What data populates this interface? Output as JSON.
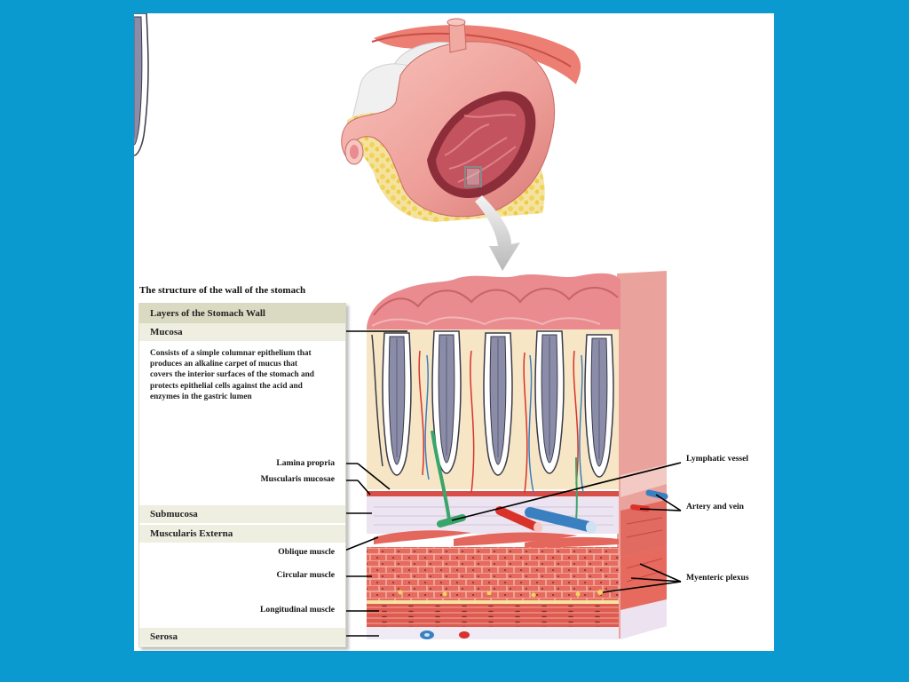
{
  "caption": "The structure of the wall of the stomach",
  "table": {
    "title": "Layers of the Stomach Wall",
    "mucosa": "Mucosa",
    "mucosa_desc": "Consists of a simple columnar epithelium that produces an alkaline carpet of mucus that covers the interior surfaces of the stomach and protects epithelial cells against the acid and enzymes in the gastric lumen",
    "submucosa": "Submucosa",
    "muscularis_externa": "Muscularis Externa",
    "serosa": "Serosa"
  },
  "labels": {
    "lamina_propria": "Lamina propria",
    "muscularis_mucosae": "Muscularis mucosae",
    "oblique_muscle": "Oblique muscle",
    "circular_muscle": "Circular muscle",
    "longitudinal_muscle": "Longitudinal muscle",
    "lymphatic_vessel": "Lymphatic vessel",
    "artery_and_vein": "Artery and vein",
    "myenteric_plexus": "Myenteric plexus"
  },
  "colors": {
    "background": "#0a9ad0",
    "mucosa_pink": "#e98b8f",
    "muscle_red": "#d9554f",
    "artery": "#d8322a",
    "vein": "#3a7fc0",
    "lymph": "#3aa56a",
    "fat": "#f2d35c"
  }
}
